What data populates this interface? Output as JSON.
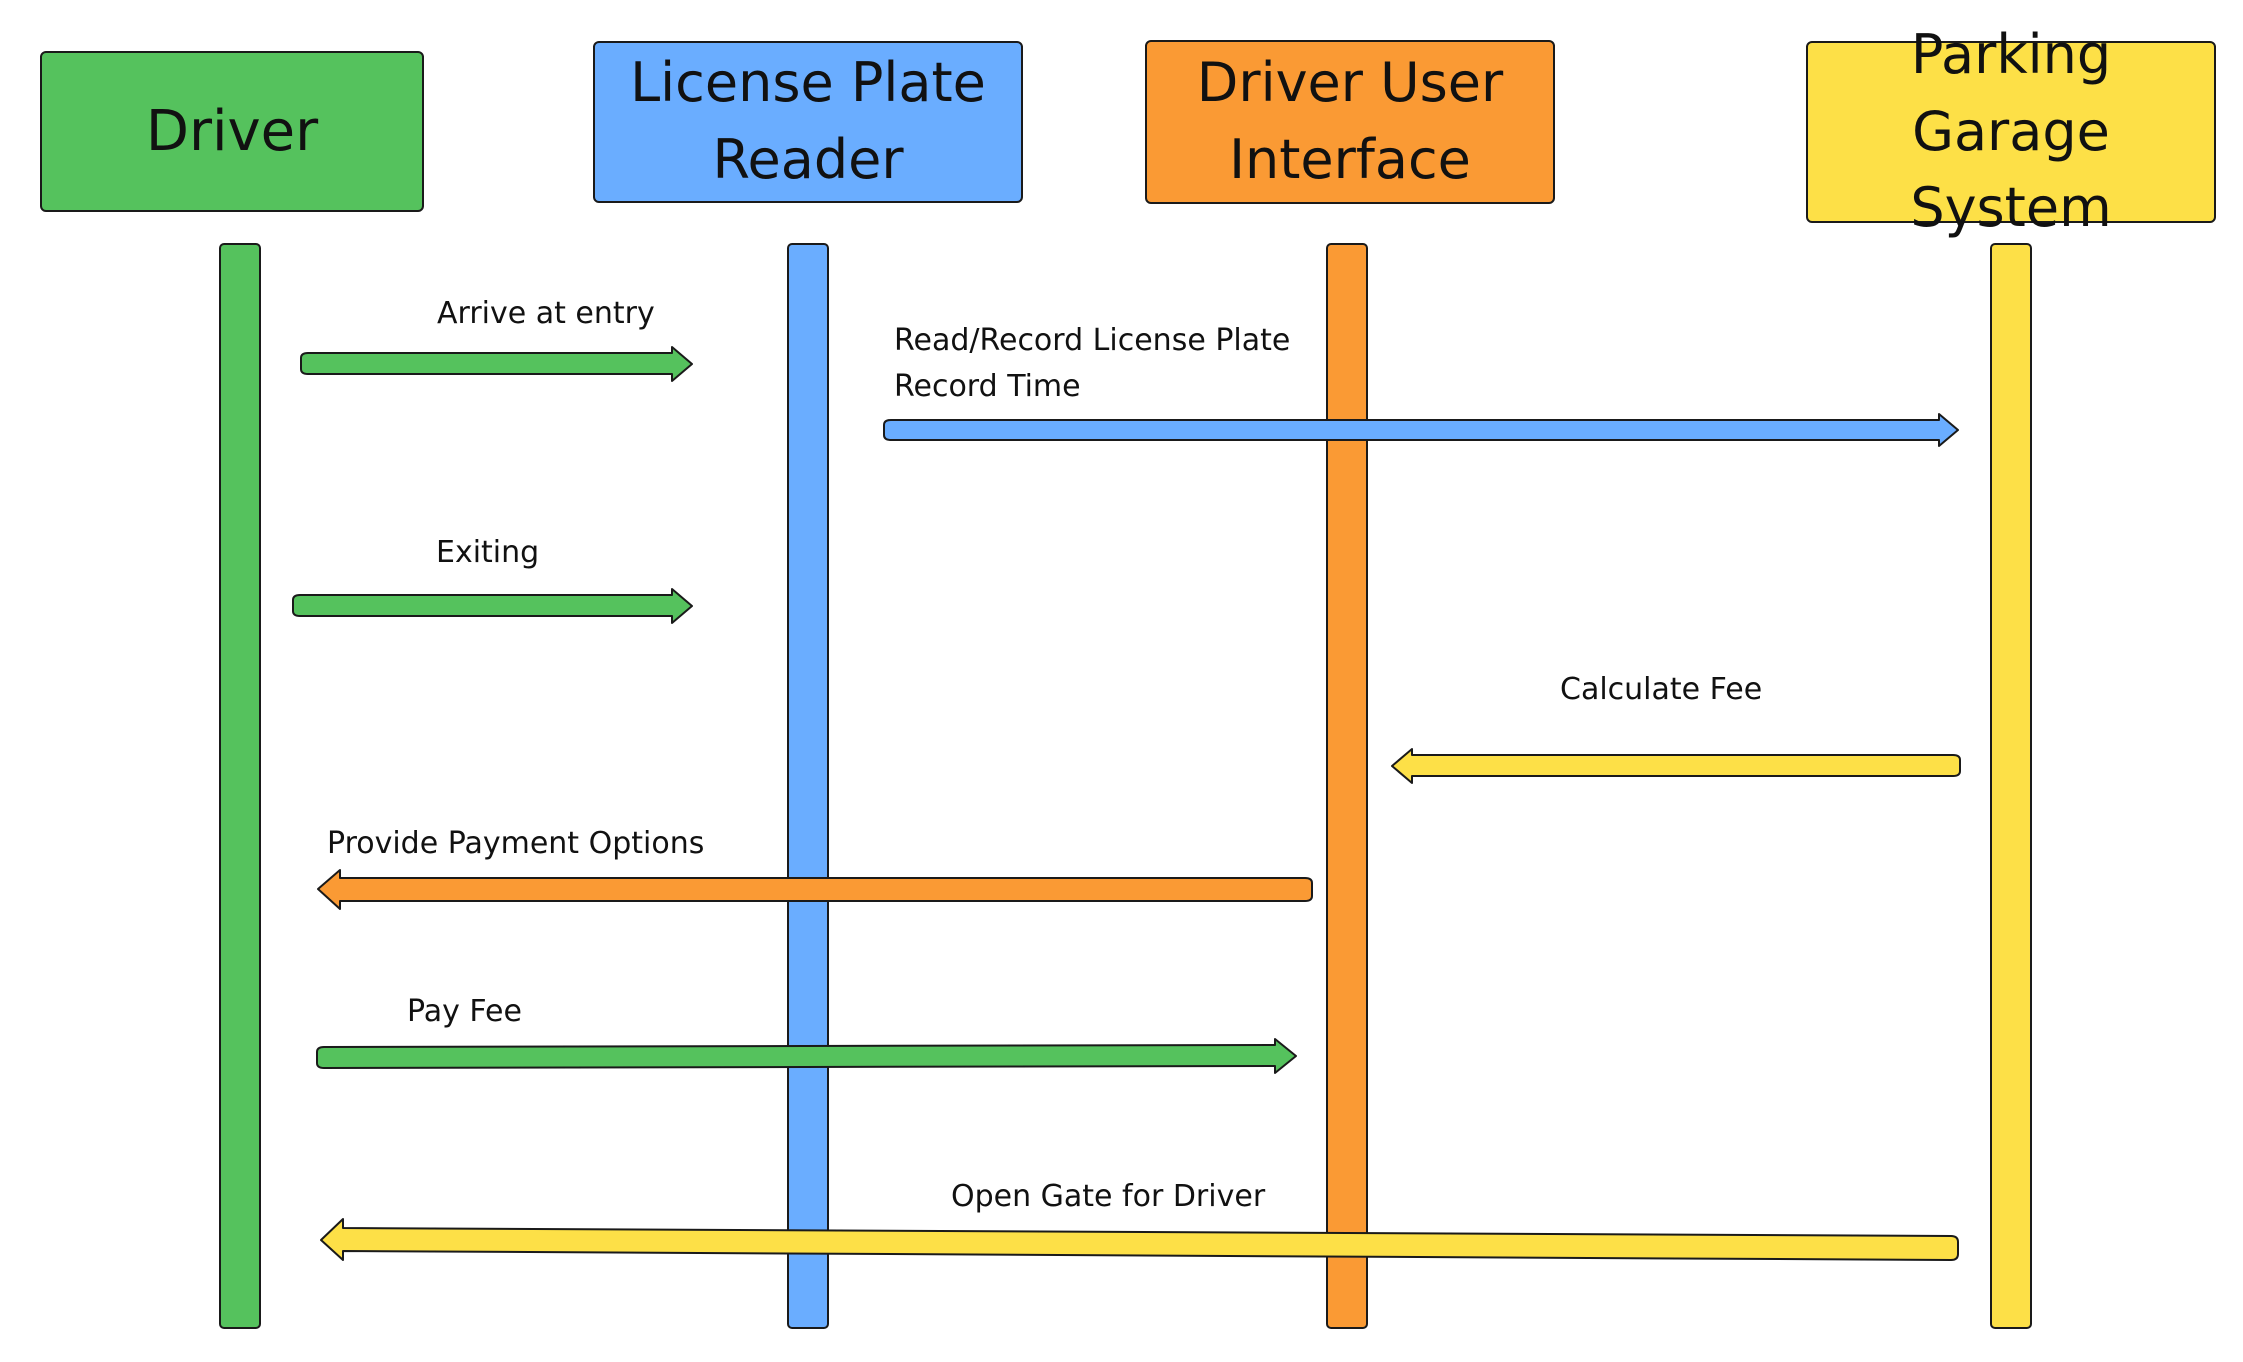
{
  "actors": [
    {
      "label": "Driver",
      "color": "#55c25d"
    },
    {
      "label": "License Plate\nReader",
      "color": "#6aadff"
    },
    {
      "label": "Driver User\nInterface",
      "color": "#fa9a34"
    },
    {
      "label": "Parking Garage\nSystem",
      "color": "#fde047"
    }
  ],
  "messages": [
    {
      "label": "Arrive at entry",
      "from": "Driver",
      "to": "License Plate Reader",
      "color": "#55c25d"
    },
    {
      "label": "Read/Record License Plate\nRecord Time",
      "from": "License Plate Reader",
      "to": "Parking Garage System",
      "color": "#6aadff"
    },
    {
      "label": "Exiting",
      "from": "Driver",
      "to": "License Plate Reader",
      "color": "#55c25d"
    },
    {
      "label": "Calculate Fee",
      "from": "Parking Garage System",
      "to": "Driver User Interface",
      "color": "#fde047"
    },
    {
      "label": "Provide Payment Options",
      "from": "Driver User Interface",
      "to": "Driver",
      "color": "#fa9a34"
    },
    {
      "label": "Pay Fee",
      "from": "Driver",
      "to": "Driver User Interface",
      "color": "#55c25d"
    },
    {
      "label": "Open Gate for Driver",
      "from": "Parking Garage System",
      "to": "Driver",
      "color": "#fde047"
    }
  ]
}
